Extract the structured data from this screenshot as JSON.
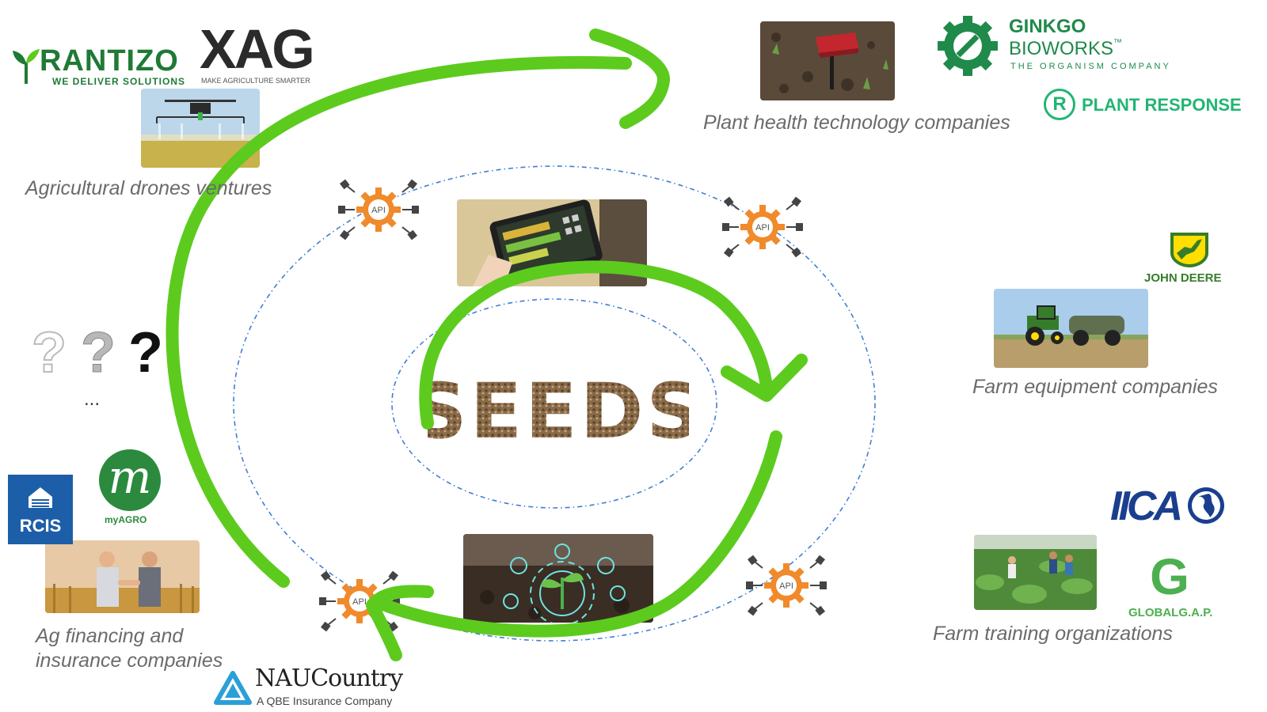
{
  "center": {
    "label": "SEEDS"
  },
  "api_badges": [
    "API",
    "API",
    "API",
    "API"
  ],
  "groups": {
    "drones": {
      "caption": "Agricultural drones ventures",
      "logos": {
        "rantizo": {
          "name": "RANTIZO",
          "tagline": "WE DELIVER SOLUTIONS"
        },
        "xag": {
          "name": "XAG",
          "tagline": "MAKE AGRICULTURE SMARTER"
        }
      }
    },
    "plant_health": {
      "caption": "Plant health technology companies",
      "logos": {
        "ginkgo": {
          "line1": "GINKGO",
          "line2": "BIOWORKS",
          "tm": "™",
          "tagline": "THE ORGANISM COMPANY"
        },
        "plant_response": {
          "mark": "R",
          "name": "PLANT RESPONSE"
        }
      }
    },
    "equipment": {
      "caption": "Farm equipment companies",
      "logos": {
        "john_deere": {
          "name": "JOHN DEERE"
        }
      }
    },
    "training": {
      "caption": "Farm training organizations",
      "logos": {
        "iica": {
          "name": "IICA"
        },
        "globalgap": {
          "mark": "G",
          "name": "GLOBALG.A.P."
        }
      }
    },
    "finance": {
      "caption_line1": "Ag financing and",
      "caption_line2": "insurance companies",
      "logos": {
        "rcis": {
          "name": "RCIS"
        },
        "myagro": {
          "mark": "m",
          "name": "myAGRO"
        },
        "nau": {
          "name": "NAUCountry",
          "tagline": "A QBE Insurance Company"
        }
      }
    },
    "unknown": {
      "marks": [
        "?",
        "?",
        "?"
      ],
      "ellipsis": "..."
    }
  },
  "colors": {
    "arrow_green": "#5ccb1e",
    "orbit_blue": "#3f7fd3",
    "api_orange": "#f08a2b",
    "caption_gray": "#6b6b6b",
    "rantizo_green": "#1f7a35",
    "ginkgo_green": "#1f8a4a",
    "plant_response_green": "#22b573",
    "deere_green": "#367c2b",
    "deere_yellow": "#ffde00",
    "rcis_blue": "#1d5ea8",
    "myagro_green": "#2b8a3e",
    "iica_blue": "#1b3f8f",
    "globalgap_green": "#4caf50",
    "nau_blue": "#2a9fd8"
  }
}
